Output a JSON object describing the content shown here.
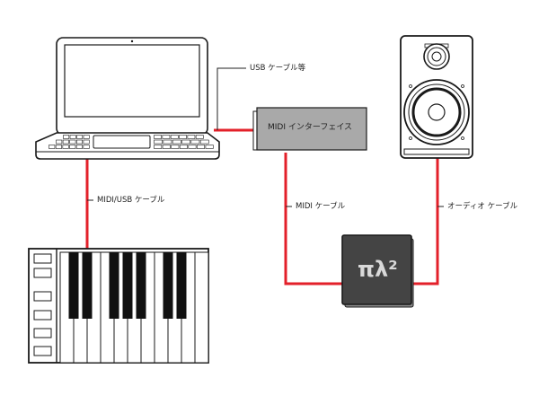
{
  "colors": {
    "cable": "#e3202a",
    "leader": "#222222",
    "outline": "#1a1a1a",
    "interface_fill": "#a9a9a9",
    "module_fill": "#444444",
    "logo": "#d9d9d9"
  },
  "labels": {
    "usb_cable": "USB ケーブル等",
    "midi_interface": "MIDI インターフェイス",
    "midi_usb_cable": "MIDI/USB ケーブル",
    "midi_cable": "MIDI ケーブル",
    "audio_cable": "オーディオ ケーブル",
    "module_logo": "πλ²"
  },
  "icons": {
    "computer": "laptop-icon",
    "speaker": "studio-monitor-speaker-icon",
    "keyboard": "midi-keyboard-controller-icon"
  }
}
